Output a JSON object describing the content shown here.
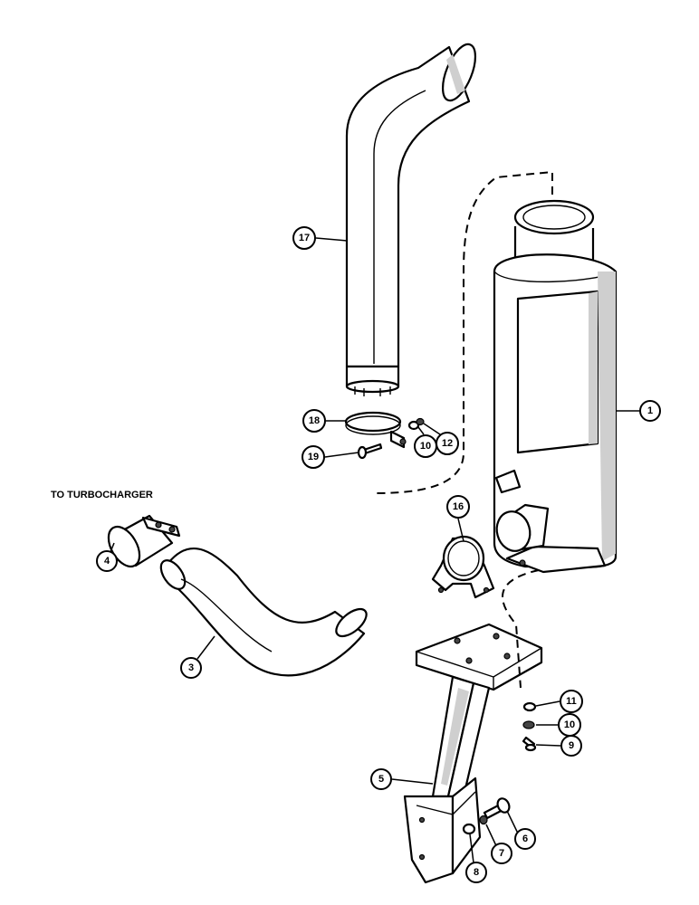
{
  "annotation": {
    "to_turbocharger": "TO TURBOCHARGER"
  },
  "parts": {
    "p1": "1",
    "p3": "3",
    "p4": "4",
    "p5": "5",
    "p6": "6",
    "p7": "7",
    "p8": "8",
    "p9": "9",
    "p10a": "10",
    "p10b": "10",
    "p11": "11",
    "p12": "12",
    "p16": "16",
    "p17": "17",
    "p18": "18",
    "p19": "19"
  }
}
